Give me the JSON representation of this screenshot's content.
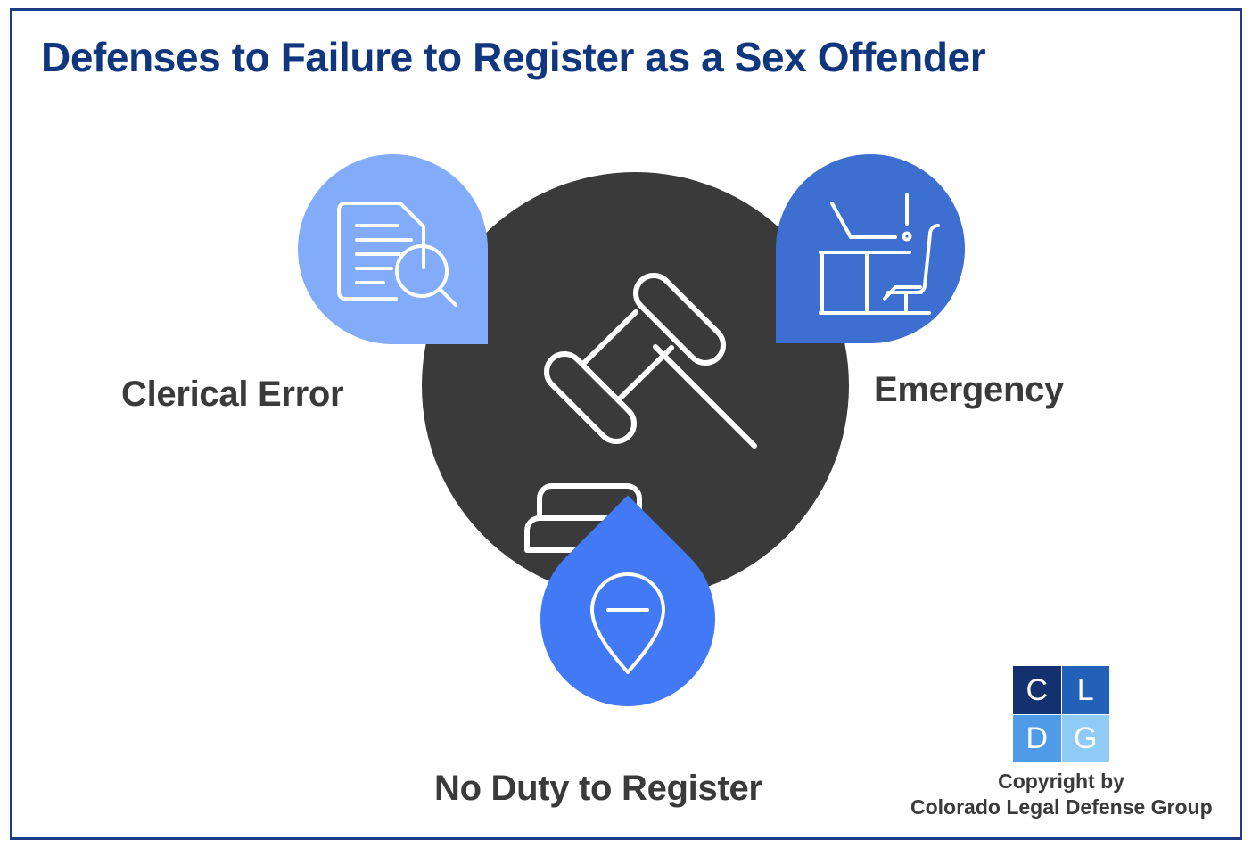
{
  "page": {
    "title": "Defenses to Failure to Register as a Sex Offender",
    "border_color": "#1B3B86",
    "background": "#ffffff",
    "title_color": "#10377E"
  },
  "hub": {
    "icon": "gavel-icon",
    "color": "#3A3A3A"
  },
  "nodes": [
    {
      "id": "clerical-error",
      "label": "Clerical Error",
      "icon": "document-search-icon",
      "color": "#82ABFA",
      "position": "top-left"
    },
    {
      "id": "emergency",
      "label": "Emergency",
      "icon": "empty-desk-chair-alert-icon",
      "color": "#3D6FD1",
      "position": "top-right"
    },
    {
      "id": "no-duty-to-register",
      "label": "No Duty to Register",
      "icon": "map-pin-minus-icon",
      "color": "#4279F4",
      "position": "bottom"
    }
  ],
  "logo": {
    "cells": [
      {
        "letter": "C",
        "color": "#15306E"
      },
      {
        "letter": "L",
        "color": "#2361B8"
      },
      {
        "letter": "D",
        "color": "#4F9BE8"
      },
      {
        "letter": "G",
        "color": "#8FCBF7"
      }
    ],
    "copyright_line1": "Copyright by",
    "copyright_line2": "Colorado Legal Defense Group",
    "text_color": "#3A3A3A"
  }
}
